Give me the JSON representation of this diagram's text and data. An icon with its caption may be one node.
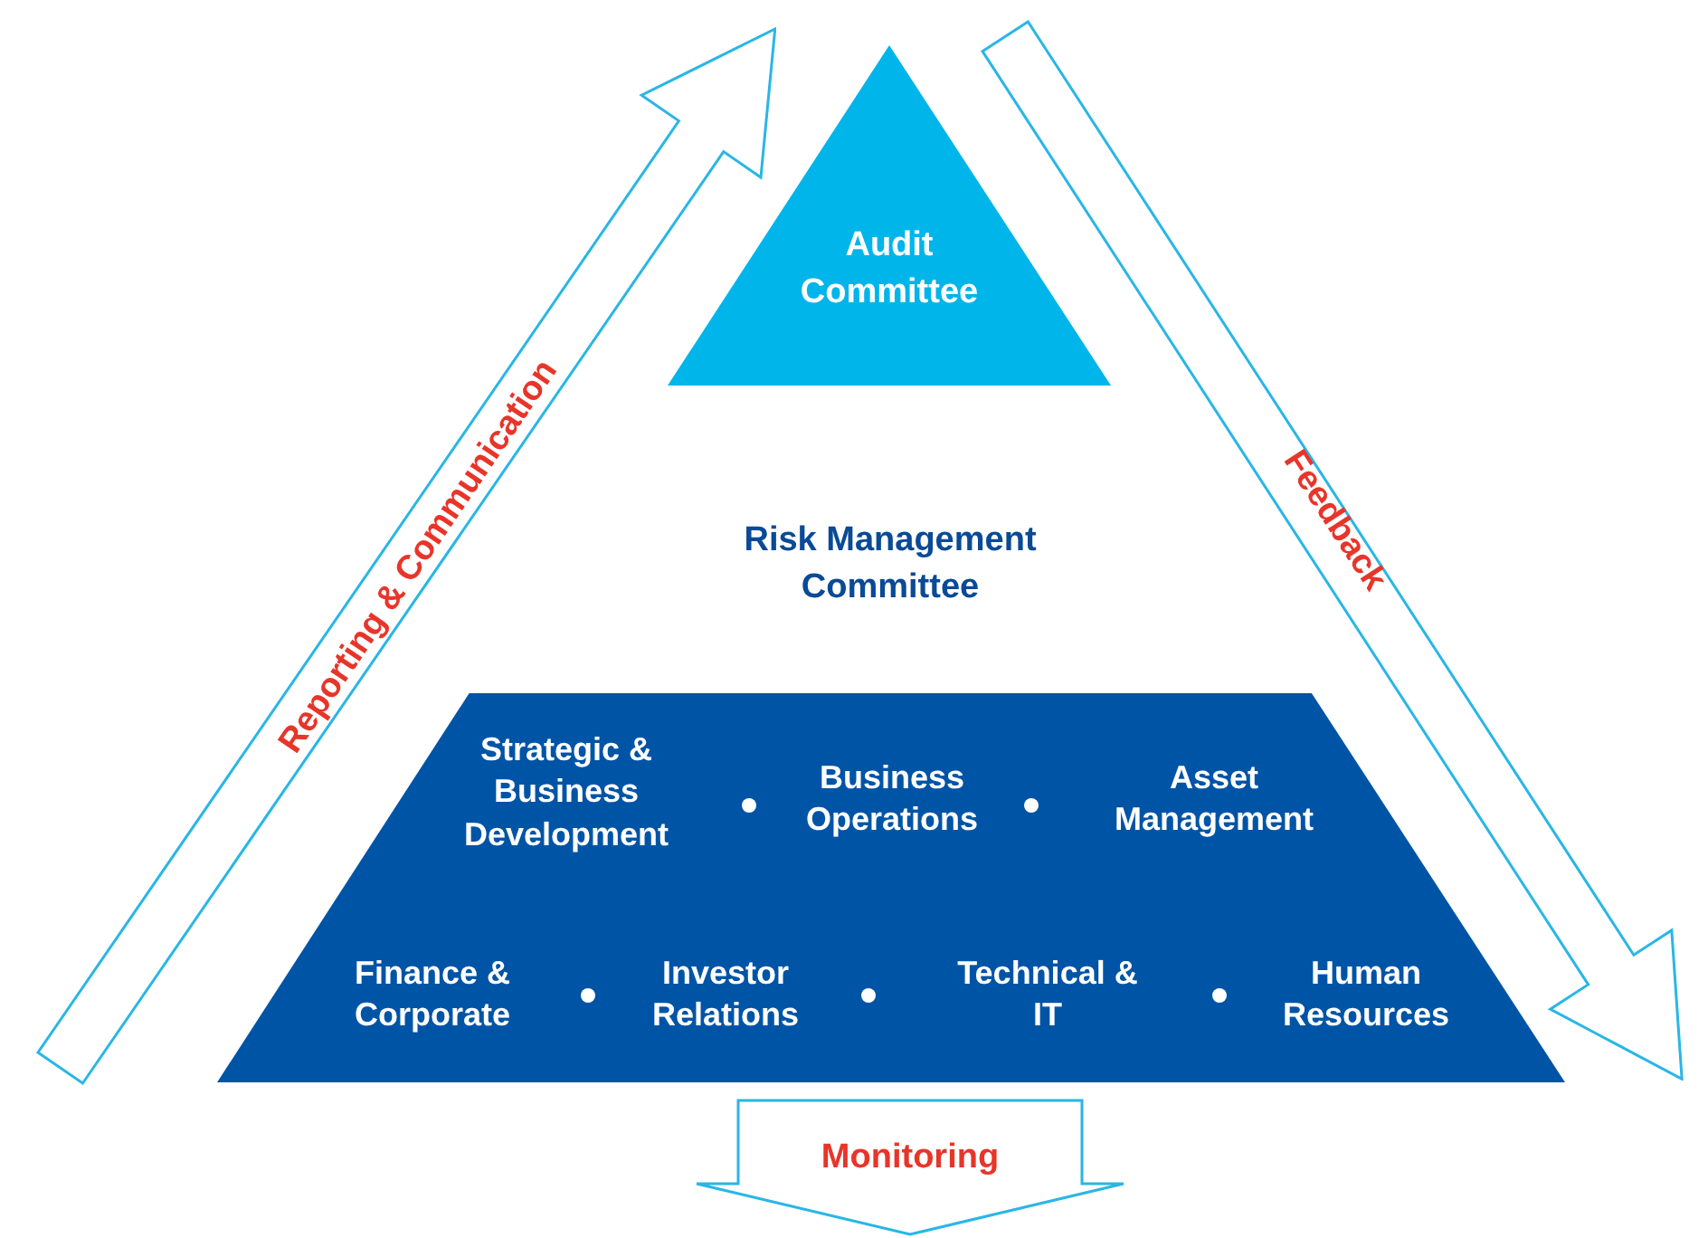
{
  "diagram": {
    "nodes": [
      {
        "text": [
          "Reporting & Communication"
        ]
      },
      {
        "text": [
          "Audit Committee"
        ]
      },
      {
        "text": [
          "Risk Management Committee"
        ]
      },
      {
        "text": [],
        "shape": "trapezoid"
      },
      {
        "text": [
          "Strategic & Business Development"
        ],
        "in": 3
      },
      {
        "text": [
          "Business Operations"
        ],
        "in": 3
      },
      {
        "text": [
          "Asset Management"
        ],
        "in": 3
      },
      {
        "text": [
          "Finance & Corporate"
        ],
        "in": 3
      },
      {
        "text": [
          "Investor Relations"
        ],
        "in": 3
      },
      {
        "text": [
          "Technical & IT"
        ],
        "in": 3
      },
      {
        "text": [
          "Human Resources"
        ],
        "in": 3
      },
      {
        "text": [
          "Feedback"
        ]
      },
      {
        "text": [
          "Monitoring"
        ]
      }
    ],
    "edges": []
  }
}
